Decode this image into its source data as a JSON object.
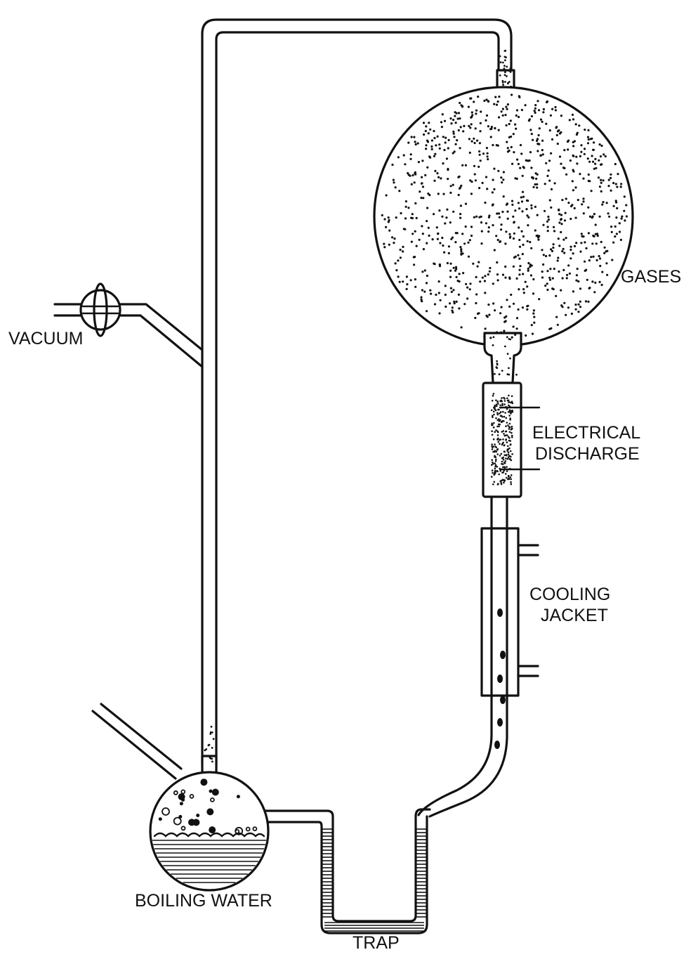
{
  "labels": {
    "gases": "GASES",
    "vacuum": "VACUUM",
    "electrical_line1": "ELECTRICAL",
    "electrical_line2": "DISCHARGE",
    "cooling_line1": "COOLING",
    "cooling_line2": "JACKET",
    "boiling_water": "BOILING WATER",
    "trap": "TRAP"
  },
  "colors": {
    "ink": "#111111",
    "paper": "#ffffff"
  }
}
